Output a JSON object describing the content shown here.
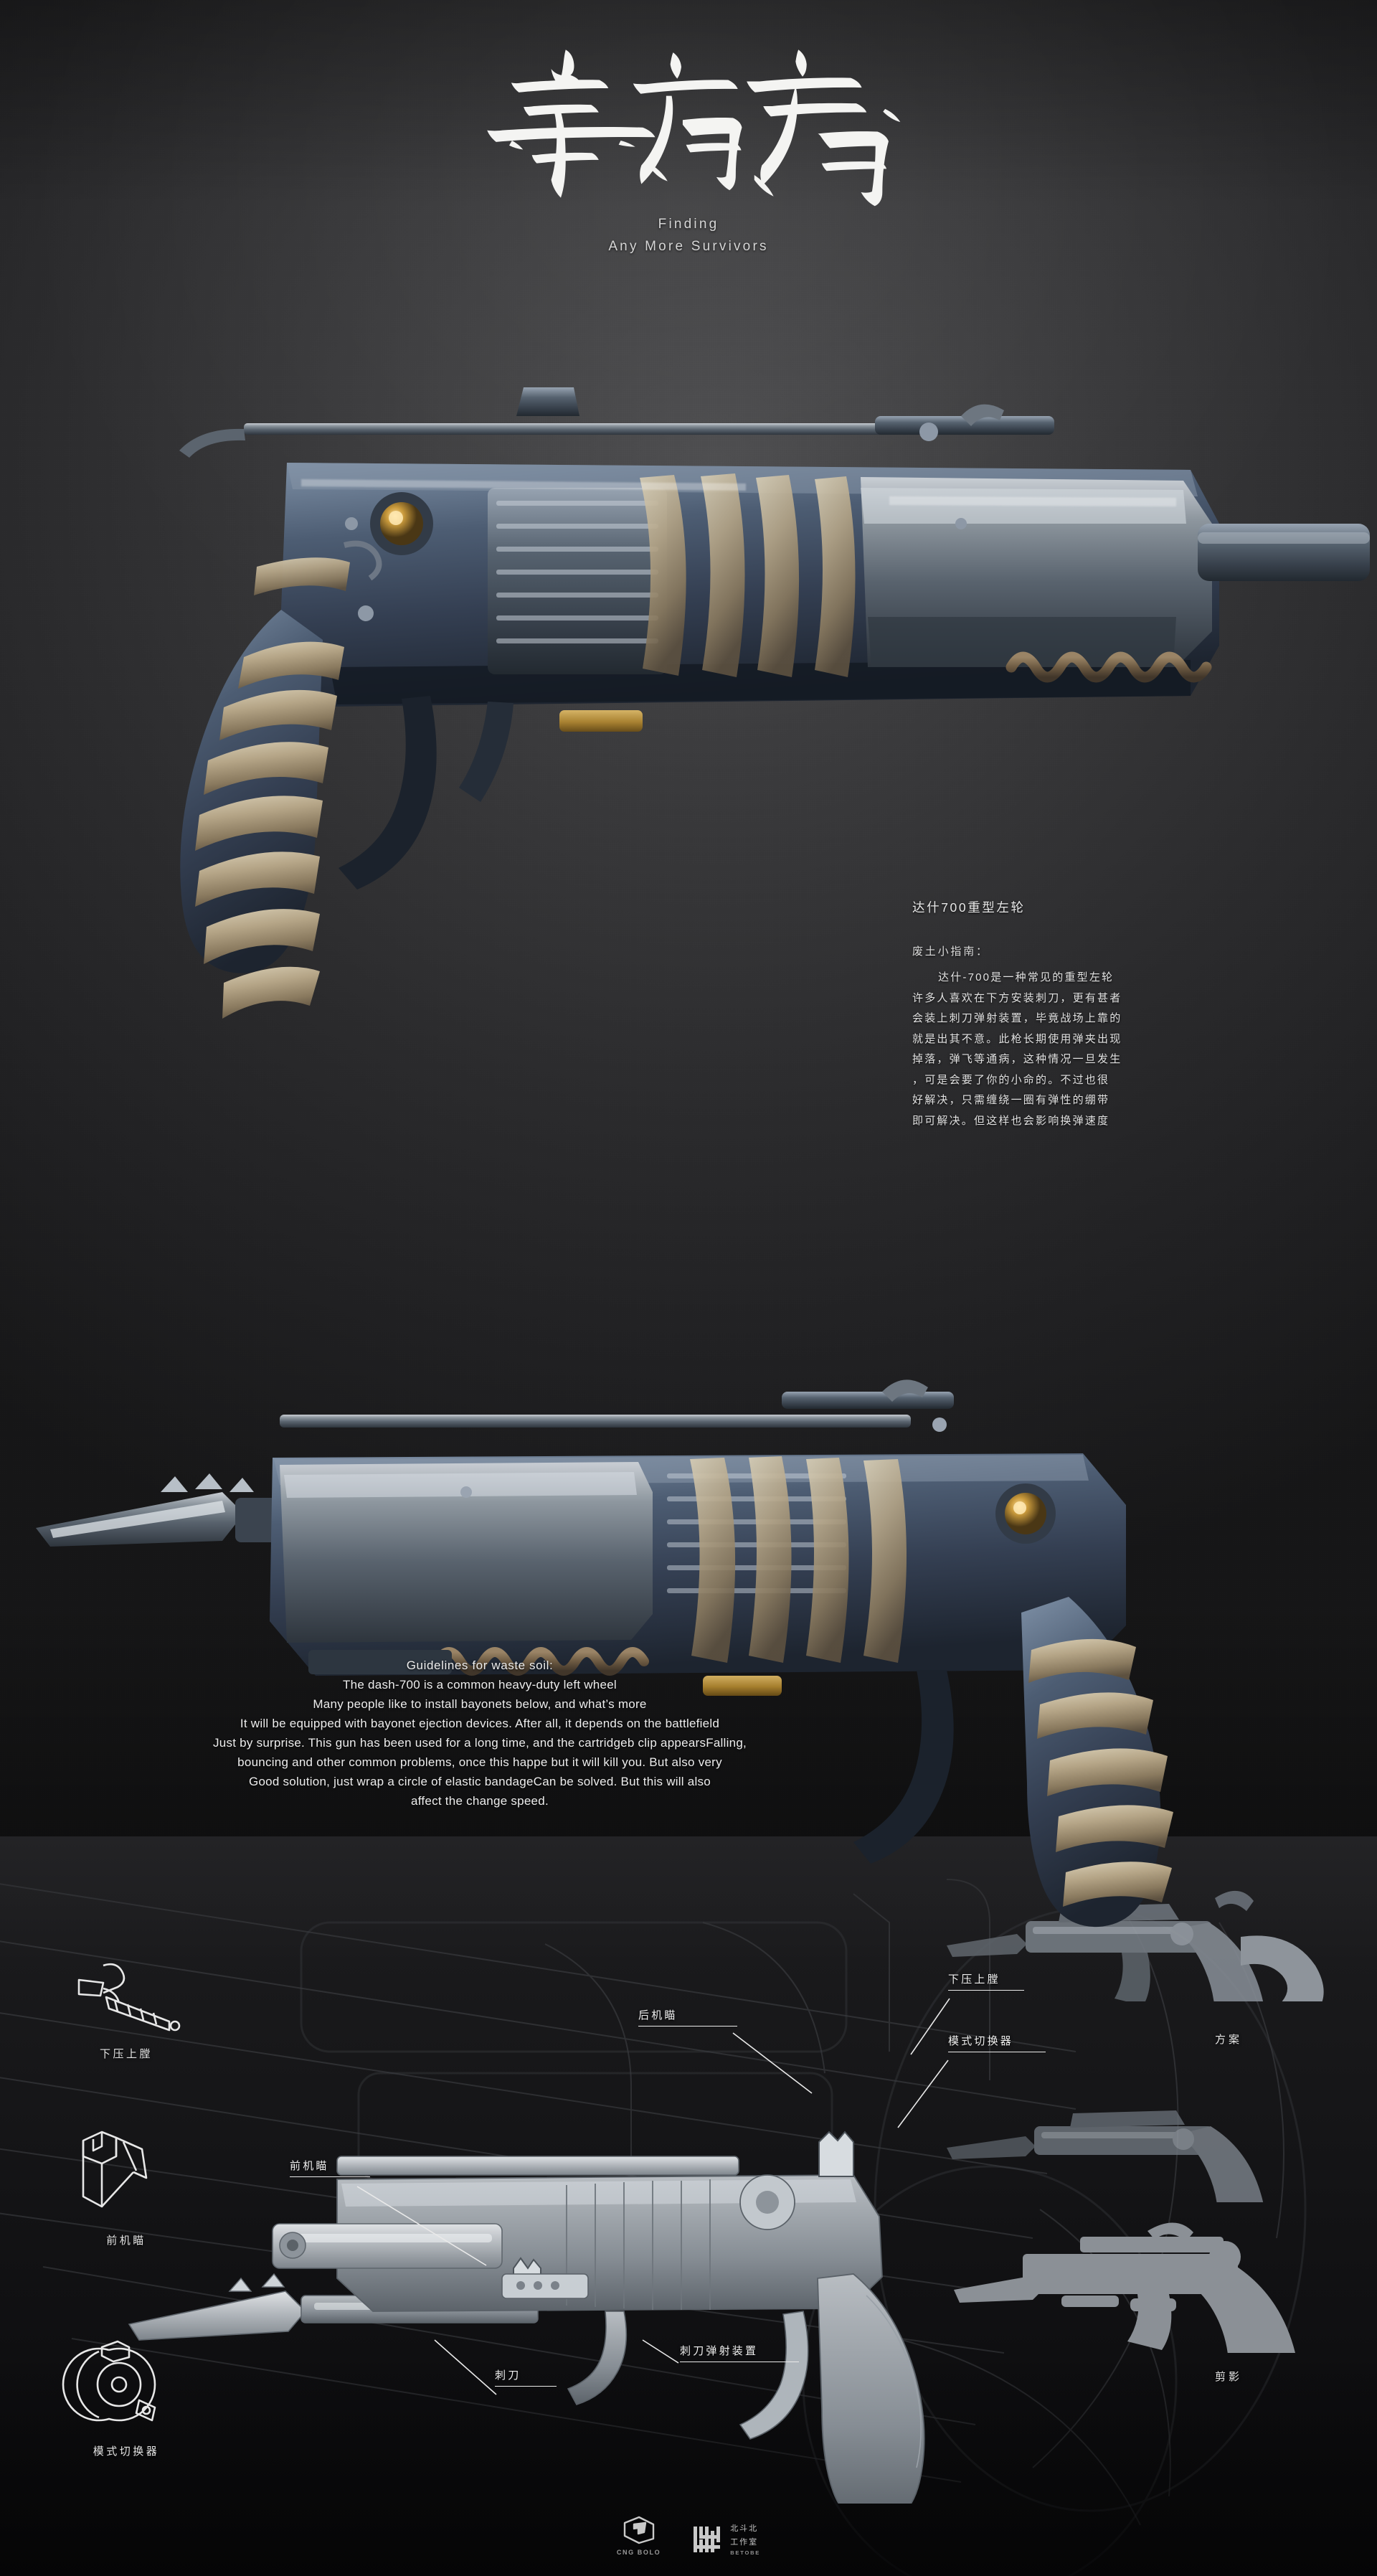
{
  "header": {
    "brush_title": "幸存者",
    "subtitle_line1": "Finding",
    "subtitle_line2": "Any More Survivors"
  },
  "cn_block": {
    "title": "达什700重型左轮",
    "lead": "废土小指南：",
    "lines": [
      "达什-700是一种常见的重型左轮",
      "许多人喜欢在下方安装刺刀，更有甚者",
      "会装上刺刀弹射装置，毕竟战场上靠的",
      "就是出其不意。此枪长期使用弹夹出现",
      "掉落，弹飞等通病，这种情况一旦发生",
      "，可是会要了你的小命的。不过也很",
      "好解决，只需缠绕一圈有弹性的绷带",
      "即可解决。但这样也会影响换弹速度"
    ]
  },
  "en_block": {
    "heading": "Guidelines for waste soil:",
    "lines": [
      "The dash-700 is a common heavy-duty left wheel",
      "Many people like to install bayonets below, and what’s more",
      "It will be equipped with bayonet ejection devices. After all, it depends on the battlefield",
      "Just by surprise. This gun has been used for a long time, and the cartridgeb clip appearsFalling,",
      "bouncing and other common problems, once this happe but it will kill you. But also very",
      "Good solution, just wrap a circle of elastic bandageCan be solved. But this will also",
      "affect the change speed."
    ]
  },
  "blueprint": {
    "parts": [
      {
        "icon": "lever-pump-action-icon",
        "label": "下压上膛"
      },
      {
        "icon": "front-sight-icon",
        "label": "前机瞄"
      },
      {
        "icon": "mode-selector-dial-icon",
        "label": "模式切换器"
      }
    ],
    "callouts": [
      {
        "name": "rear-sight",
        "label": "后机瞄"
      },
      {
        "name": "pump-action",
        "label": "下压上膛"
      },
      {
        "name": "mode-selector",
        "label": "模式切换器"
      },
      {
        "name": "front-sight",
        "label": "前机瞄"
      },
      {
        "name": "bayonet",
        "label": "刺刀"
      },
      {
        "name": "bayonet-ejection-device",
        "label": "刺刀弹射装置"
      }
    ],
    "side_captions": [
      {
        "name": "variant-schemes",
        "label": "方案"
      },
      {
        "name": "silhouette",
        "label": "剪影"
      }
    ]
  },
  "footer": {
    "brand_primary": "CNG BOLO",
    "brand_secondary_line1": "北斗北",
    "brand_secondary_line2": "工作室",
    "brand_secondary_latin": "BETOBE"
  },
  "colors": {
    "bg_top": "#4a4a4c",
    "bg_bottom": "#0a0a0b",
    "text": "#e8e8e8",
    "line": "#e9e9e9",
    "metal_blue": "#4d5a6b",
    "metal_light": "#b9bec4",
    "wrap_cloth": "#b9a584",
    "rust": "#6e5a43"
  }
}
